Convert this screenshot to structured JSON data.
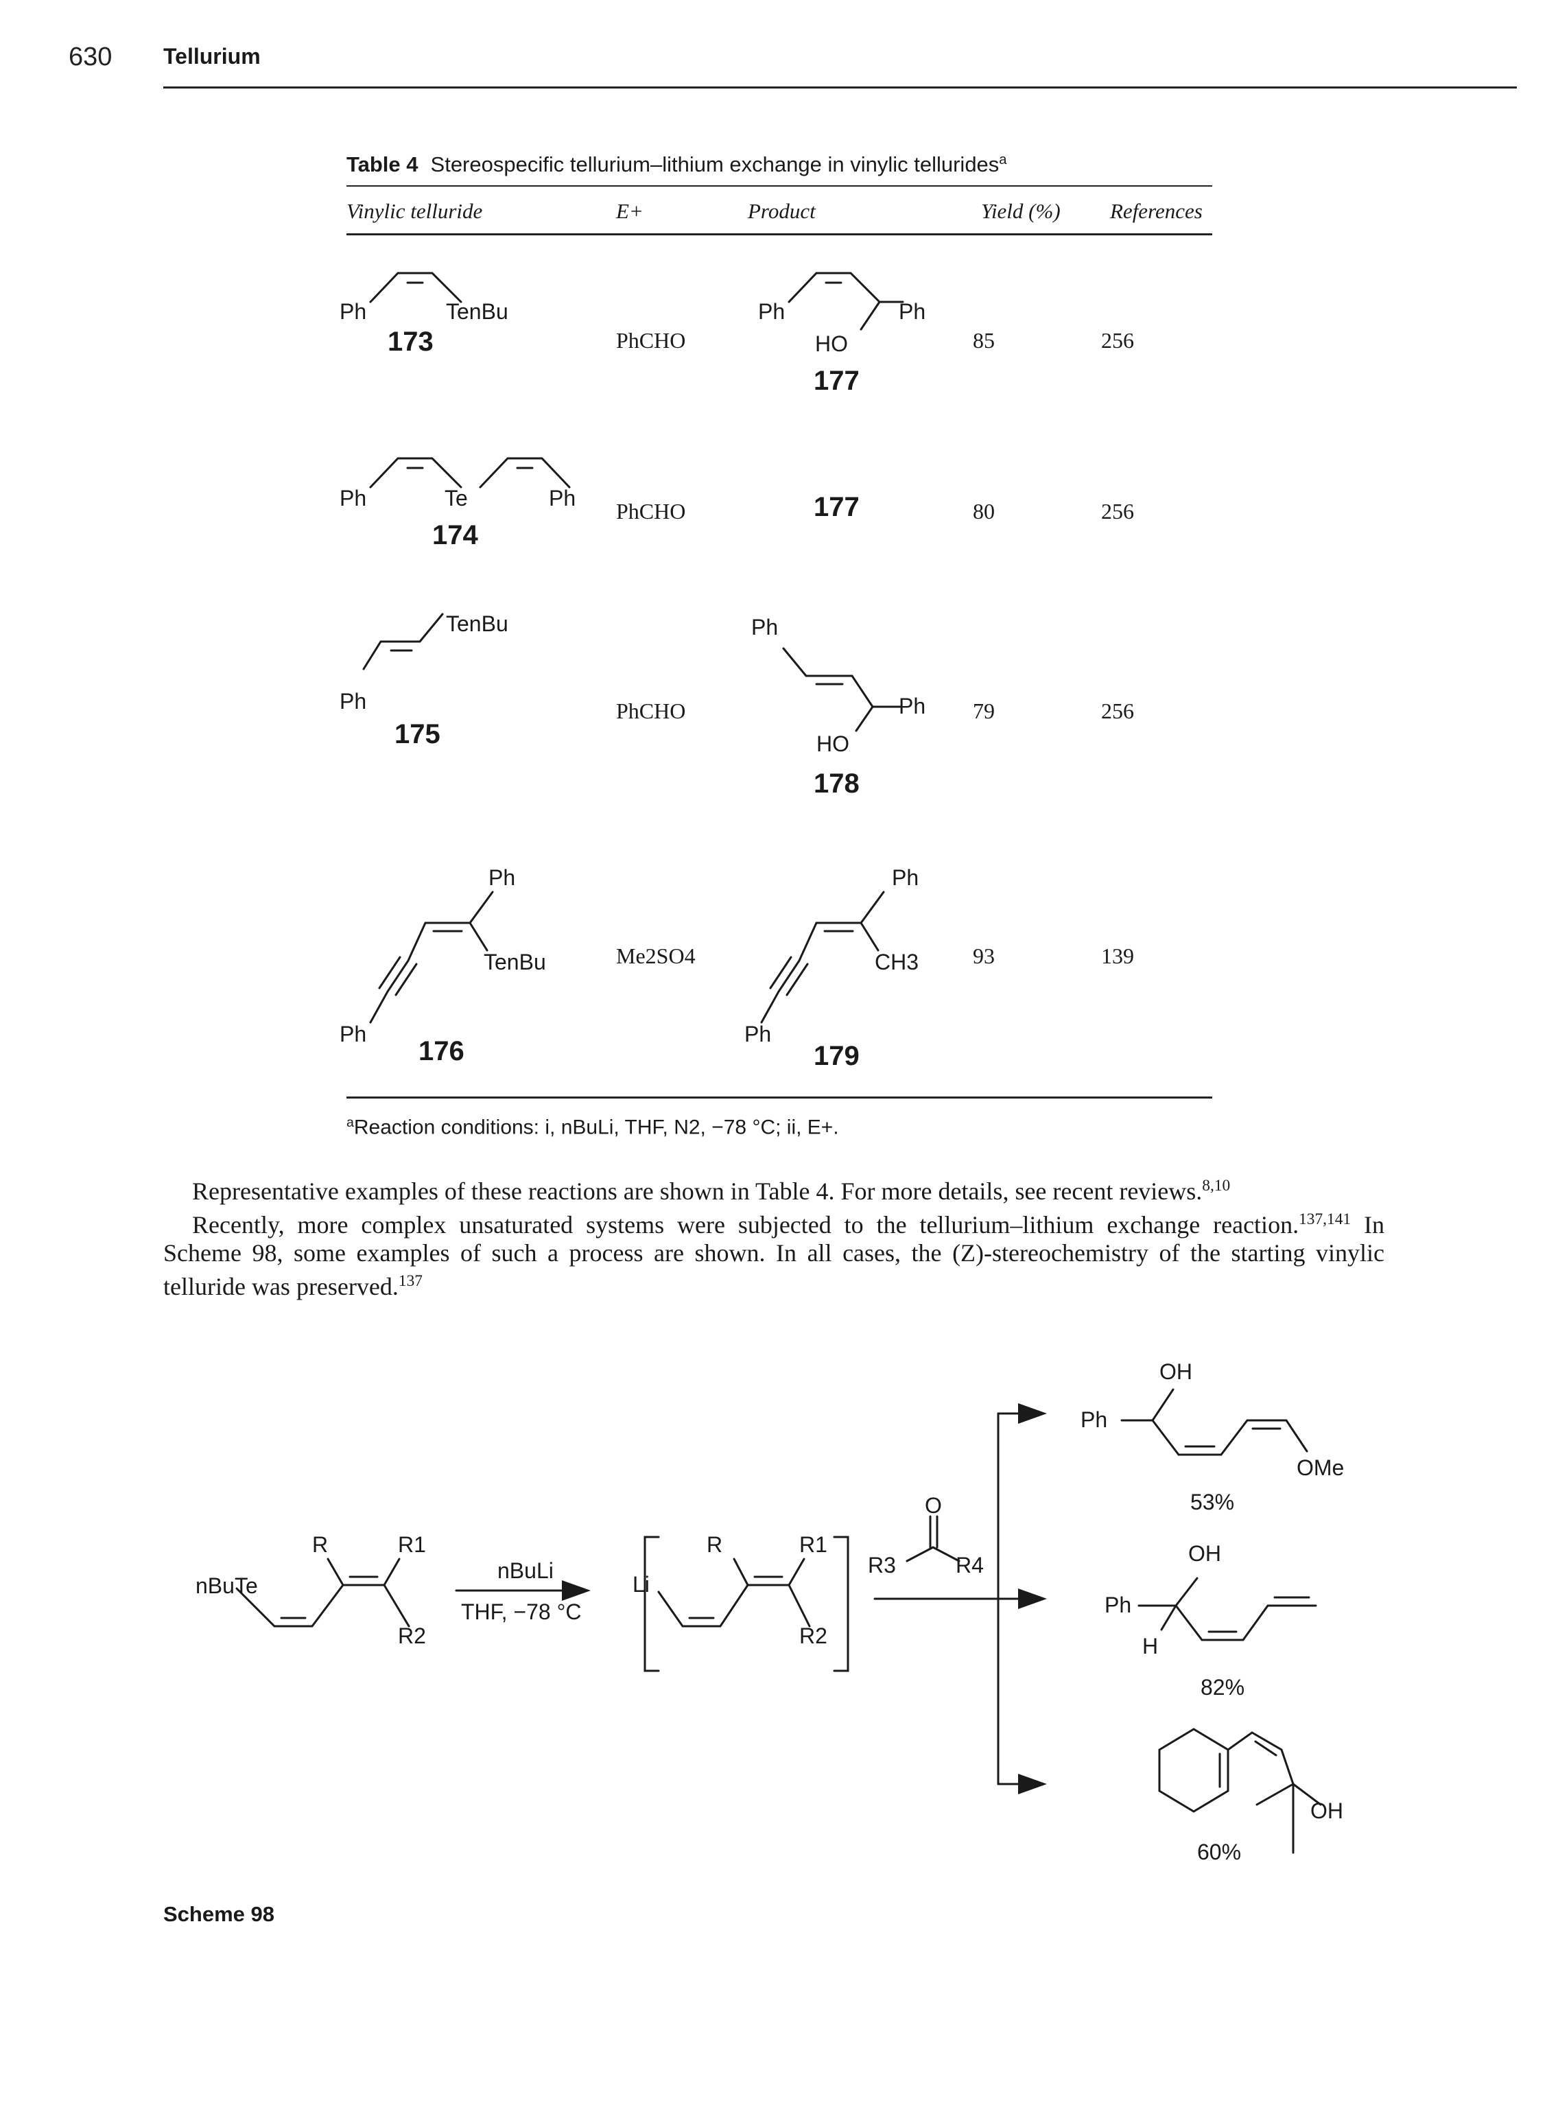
{
  "header": {
    "page_number": "630",
    "running_title": "Tellurium"
  },
  "table": {
    "caption_label": "Table 4",
    "caption_text": "Stereospecific tellurium–lithium exchange in vinylic tellurides",
    "caption_marker": "a",
    "columns": [
      "Vinylic telluride",
      "E+",
      "Product",
      "Yield (%)",
      "References"
    ],
    "rows": [
      {
        "compound": "173",
        "electrophile": "PhCHO",
        "product": "177",
        "yield": "85",
        "reference": "256"
      },
      {
        "compound": "174",
        "electrophile": "PhCHO",
        "product": "177",
        "yield": "80",
        "reference": "256"
      },
      {
        "compound": "175",
        "electrophile": "PhCHO",
        "product": "178",
        "yield": "79",
        "reference": "256"
      },
      {
        "compound": "176",
        "electrophile": "Me2SO4",
        "product": "179",
        "yield": "93",
        "reference": "139"
      }
    ],
    "footnote_marker": "a",
    "footnote_text": "Reaction conditions: i, nBuLi, THF, N2, −78 °C; ii, E+."
  },
  "structure_labels": {
    "ph": "Ph",
    "tenbu": "TenBu",
    "te": "Te",
    "ho": "HO",
    "ch3": "CH3"
  },
  "body": {
    "paragraph1": "Representative examples of these reactions are shown in Table 4. For more details, see recent reviews.",
    "paragraph1_refs": "8,10",
    "paragraph2_a": "Recently, more complex unsaturated systems were subjected to the tellurium–lithium exchange reaction.",
    "paragraph2_refs_a": "137,141",
    "paragraph2_b": " In Scheme 98, some examples of such a process are shown. In all cases, the (Z)-stereochemistry of the starting vinylic telluride was preserved.",
    "paragraph2_refs_b": "137"
  },
  "scheme": {
    "label": "Scheme 98",
    "start_label": "nBuTe",
    "r": "R",
    "r1": "R1",
    "r2": "R2",
    "li": "Li",
    "reagent": "nBuLi",
    "conditions": "THF, −78 °C",
    "carbonyl_o": "O",
    "r3": "R3",
    "r4": "R4",
    "products": [
      {
        "labels": [
          "OH",
          "Ph",
          "OMe"
        ],
        "yield": "53%"
      },
      {
        "labels": [
          "OH",
          "Ph",
          "H"
        ],
        "yield": "82%"
      },
      {
        "labels": [
          "OH"
        ],
        "yield": "60%"
      }
    ]
  }
}
